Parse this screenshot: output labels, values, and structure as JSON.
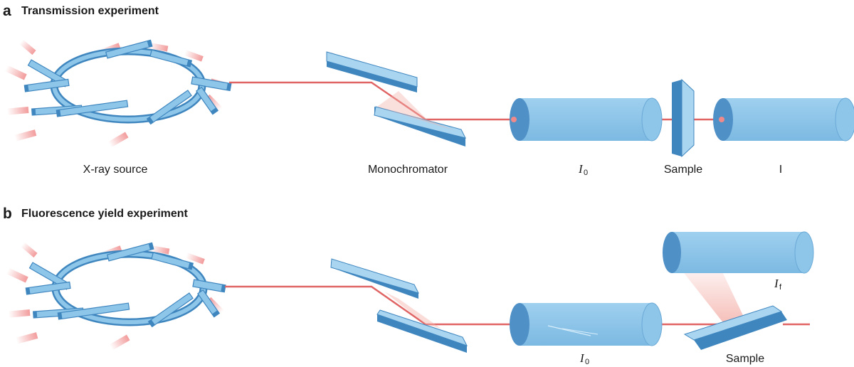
{
  "panel_a": {
    "letter": "a",
    "title": "Transmission experiment",
    "labels": {
      "source": "X-ray source",
      "monochromator": "Monochromator",
      "detector_i0_main": "I",
      "detector_i0_sub": "0",
      "sample": "Sample",
      "detector_i": "I"
    }
  },
  "panel_b": {
    "letter": "b",
    "title": "Fluorescence yield experiment",
    "labels": {
      "detector_if_main": "I",
      "detector_if_sub": "f",
      "sample": "Sample",
      "detector_i0_main": "I",
      "detector_i0_sub": "0"
    }
  },
  "colors": {
    "beam": "#e06464",
    "component_fill": "#8ec6ea",
    "component_edge": "#3f86bf",
    "text": "#1a1a1a"
  }
}
